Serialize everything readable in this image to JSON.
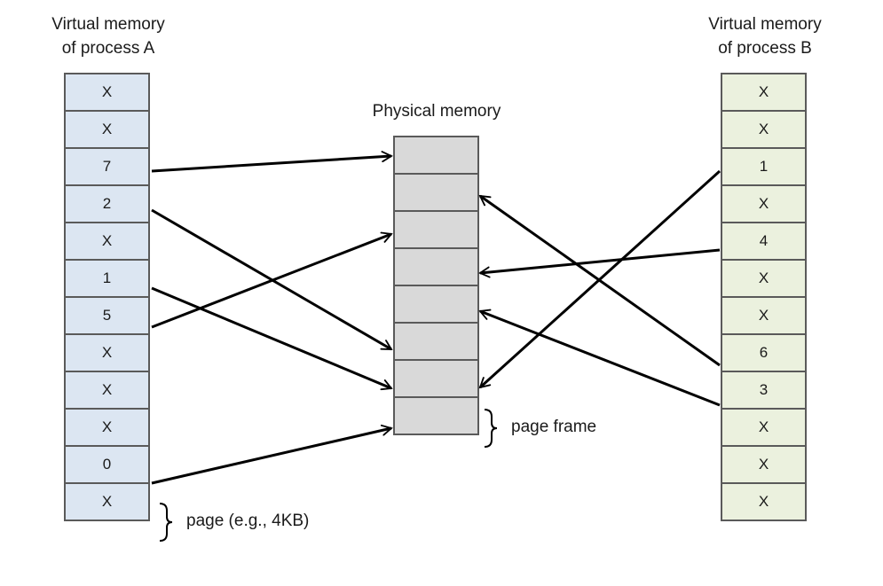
{
  "process_a": {
    "title_line1": "Virtual memory",
    "title_line2": "of process A",
    "pages": [
      "X",
      "X",
      "7",
      "2",
      "X",
      "1",
      "5",
      "X",
      "X",
      "X",
      "0",
      "X"
    ]
  },
  "process_b": {
    "title_line1": "Virtual memory",
    "title_line2": "of process B",
    "pages": [
      "X",
      "X",
      "1",
      "X",
      "4",
      "X",
      "X",
      "6",
      "3",
      "X",
      "X",
      "X"
    ]
  },
  "physical": {
    "title": "Physical memory",
    "frame_count": 8
  },
  "annotations": {
    "page": "page (e.g., 4KB)",
    "page_frame": "page frame"
  },
  "colors": {
    "process_a_fill": "#dce6f2",
    "process_b_fill": "#ebf1de",
    "physical_fill": "#d9d9d9",
    "border": "#5a5a5a",
    "arrow": "#000000"
  }
}
